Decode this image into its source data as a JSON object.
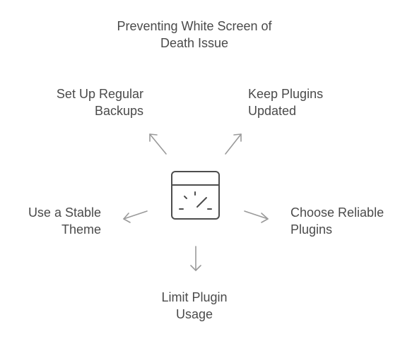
{
  "title": {
    "line1": "Preventing White Screen of",
    "line2": "Death Issue"
  },
  "center_icon": "browser-window-gauge-icon",
  "nodes": {
    "backups": {
      "line1": "Set Up Regular",
      "line2": "Backups"
    },
    "plugins_updated": {
      "line1": "Keep Plugins",
      "line2": "Updated"
    },
    "stable_theme": {
      "line1": "Use a Stable",
      "line2": "Theme"
    },
    "reliable_plugins": {
      "line1": "Choose Reliable",
      "line2": "Plugins"
    },
    "limit_usage": {
      "line1": "Limit Plugin",
      "line2": "Usage"
    }
  },
  "colors": {
    "text": "#4a4a4a",
    "stroke": "#9a9a9a",
    "icon": "#4d4d4d"
  }
}
